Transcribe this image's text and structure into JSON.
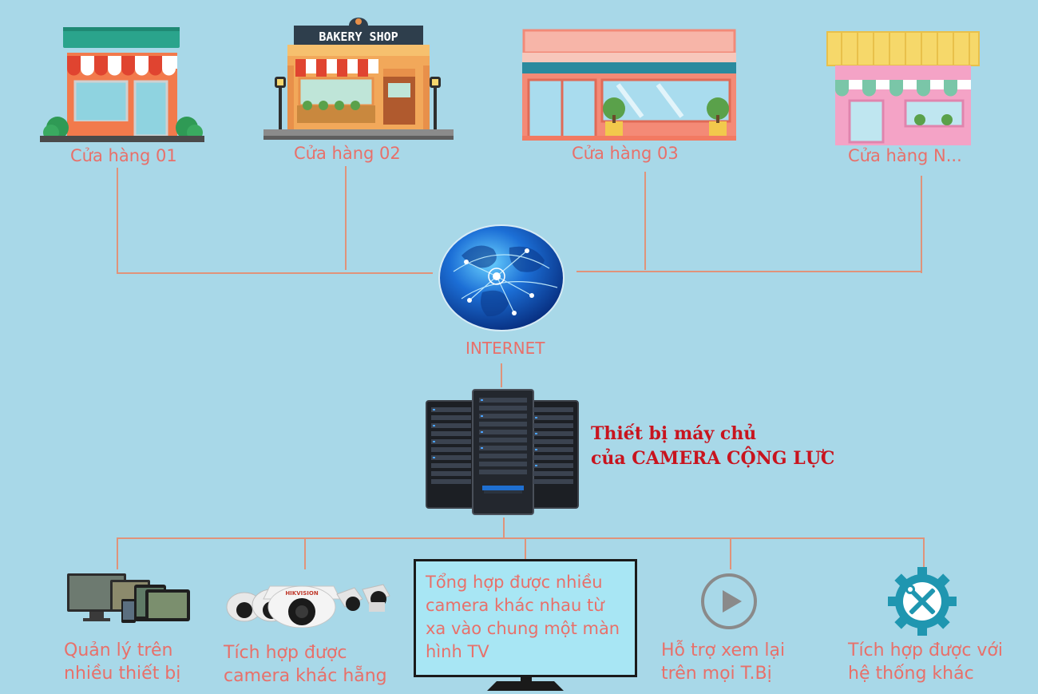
{
  "stores": [
    {
      "label": "Cửa hàng 01"
    },
    {
      "label": "Cửa hàng 02",
      "sign": "BAKERY SHOP"
    },
    {
      "label": "Cửa hàng 03"
    },
    {
      "label": "Cửa hàng N..."
    }
  ],
  "internet": {
    "label": "INTERNET"
  },
  "server": {
    "line1": "Thiết bị máy chủ",
    "line2": "của CAMERA CỘNG LỰC"
  },
  "features": [
    {
      "line1": "Quản lý trên",
      "line2": "nhiều thiết bị"
    },
    {
      "line1": "Tích hợp được",
      "line2": "camera khác hẵng",
      "brand": "HIKVISION"
    },
    {
      "text": "Tổng hợp được nhiều camera khác nhau từ xa vào chung một màn hình TV"
    },
    {
      "line1": "Hỗ trợ xem lại",
      "line2": "trên mọi T.Bị"
    },
    {
      "line1": "Tích hợp được với",
      "line2": "hệ thống khác"
    }
  ],
  "colors": {
    "background": "#a8d8e8",
    "label": "#e8706a",
    "line": "#e0937a",
    "server_text": "#c8141e"
  }
}
